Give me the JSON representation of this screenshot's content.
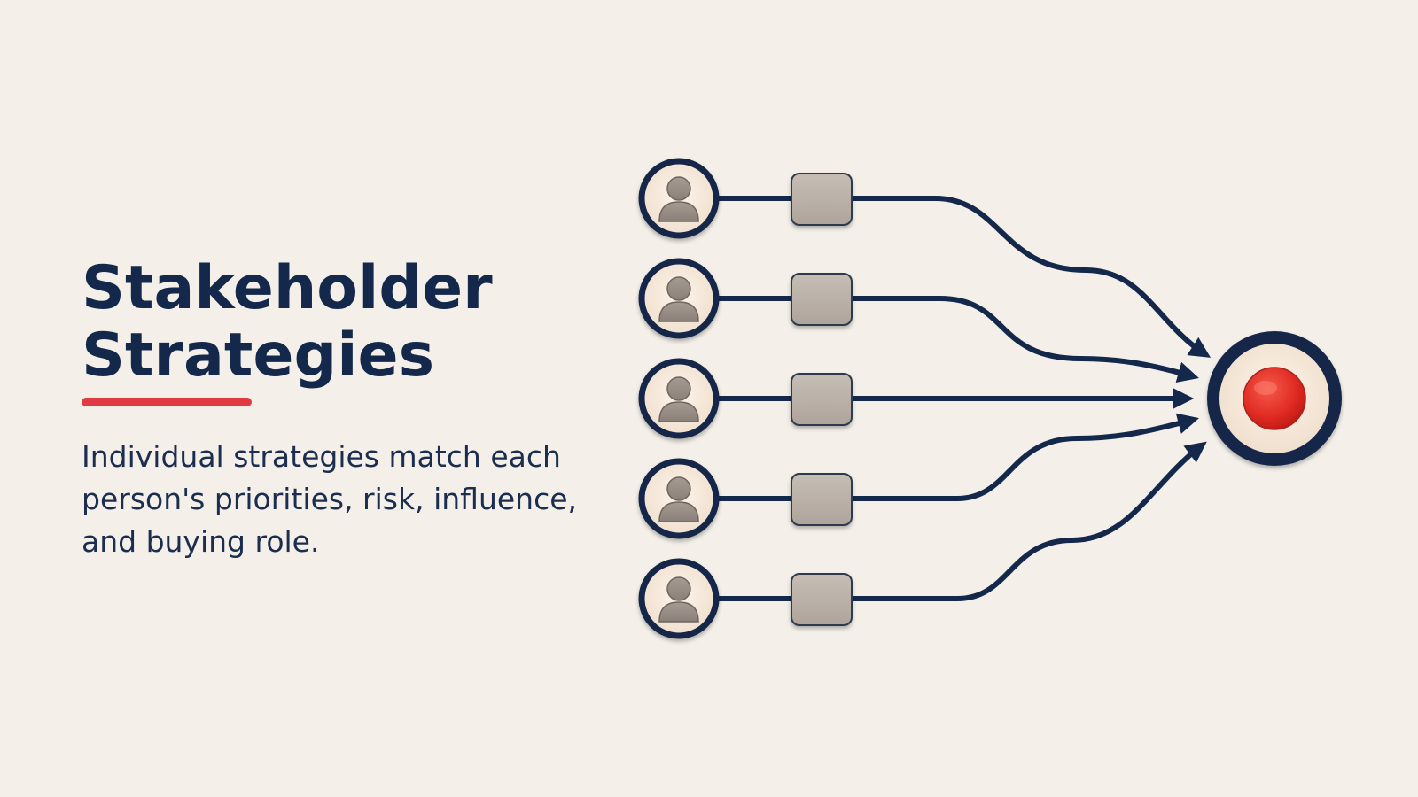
{
  "slide": {
    "title_line1": "Stakeholder",
    "title_line2": "Strategies",
    "description": "Individual strategies match each person's priorities, risk, influence, and buying role."
  },
  "diagram": {
    "stakeholders": [
      {
        "icon": "person-icon",
        "strategy": "strategy-box"
      },
      {
        "icon": "person-icon",
        "strategy": "strategy-box"
      },
      {
        "icon": "person-icon",
        "strategy": "strategy-box"
      },
      {
        "icon": "person-icon",
        "strategy": "strategy-box"
      },
      {
        "icon": "person-icon",
        "strategy": "strategy-box"
      }
    ],
    "target_icon": "target-icon"
  },
  "colors": {
    "background": "#f4f0e9",
    "navy": "#13284a",
    "accent_red": "#e23a43",
    "target_red": "#e8302a",
    "box_gray": "#b8aea4",
    "node_fill": "#f7ece0"
  }
}
